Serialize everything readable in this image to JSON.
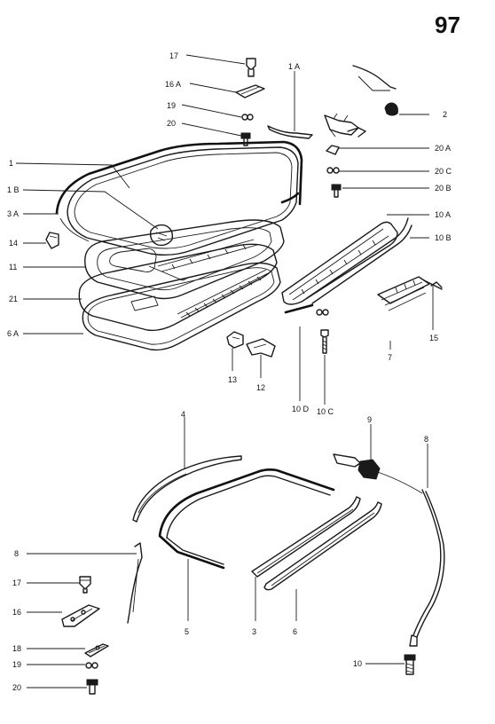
{
  "page_number": "97",
  "labels": {
    "l17a": "17",
    "l16Aa": "16 A",
    "l19a": "19",
    "l20a": "20",
    "l1": "1",
    "l1B": "1 B",
    "l3A": "3 A",
    "l14": "14",
    "l11": "11",
    "l21": "21",
    "l6A": "6 A",
    "l1A": "1 A",
    "l2": "2",
    "l20A": "20 A",
    "l20C": "20 C",
    "l20B": "20 B",
    "l10A": "10 A",
    "l10B": "10 B",
    "l15": "15",
    "l7": "7",
    "l13": "13",
    "l12": "12",
    "l10D": "10 D",
    "l10C": "10 C",
    "l4": "4",
    "l9": "9",
    "l8a": "8",
    "l8b": "8",
    "l17b": "17",
    "l16": "16",
    "l18": "18",
    "l19b": "19",
    "l20b": "20",
    "l5": "5",
    "l3": "3",
    "l6": "6",
    "l10": "10"
  }
}
